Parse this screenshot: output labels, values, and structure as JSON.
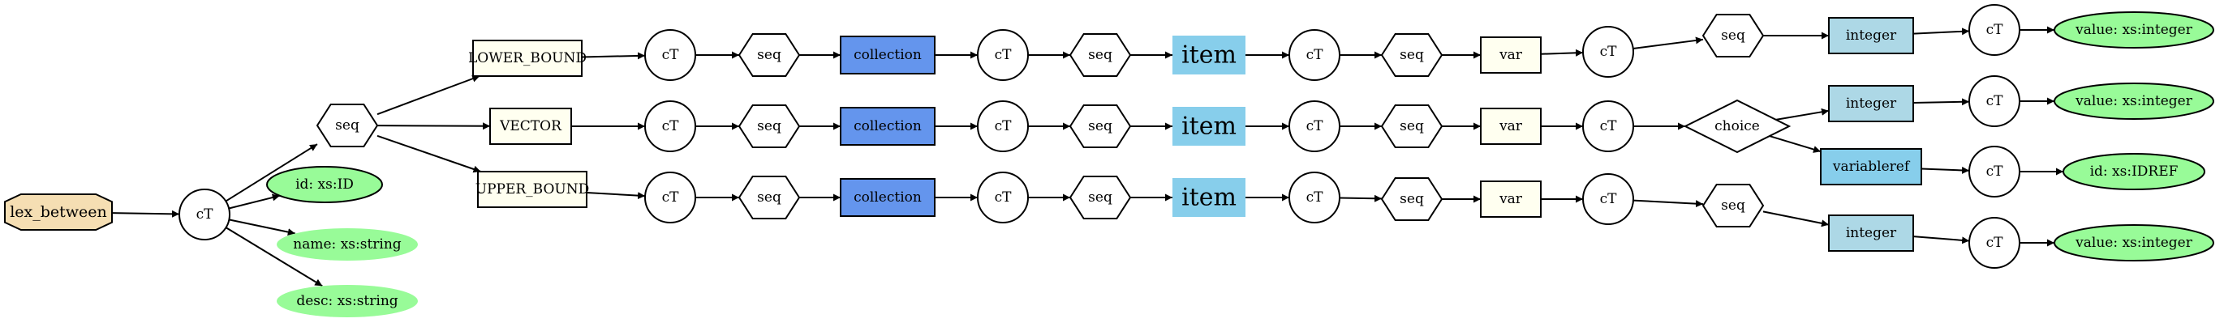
{
  "colors": {
    "octagon": "#f5deb3",
    "element": "#fffff0",
    "collection": "#6495ed",
    "item": "#87ceeb",
    "type": "#add8e6",
    "attr": "#98fb98",
    "plain": "#ffffff",
    "stroke": "#000000"
  },
  "nodes": {
    "root": {
      "label": "lex_between",
      "shape": "octagon"
    },
    "ct0": {
      "label": "cT",
      "shape": "circle"
    },
    "seq0": {
      "label": "seq",
      "shape": "hexagon"
    },
    "id": {
      "label": "id: xs:ID",
      "shape": "ellipse-outlined"
    },
    "name": {
      "label": "name: xs:string",
      "shape": "ellipse"
    },
    "desc": {
      "label": "desc: xs:string",
      "shape": "ellipse"
    },
    "lb": {
      "label": "LOWER_BOUND",
      "shape": "box-element"
    },
    "ct1a": {
      "label": "cT",
      "shape": "circle"
    },
    "seq1a": {
      "label": "seq",
      "shape": "hexagon"
    },
    "col1": {
      "label": "collection",
      "shape": "box-collection"
    },
    "ct1b": {
      "label": "cT",
      "shape": "circle"
    },
    "seq1b": {
      "label": "seq",
      "shape": "hexagon"
    },
    "item1": {
      "label": "item",
      "shape": "box-item"
    },
    "ct1c": {
      "label": "cT",
      "shape": "circle"
    },
    "seq1c": {
      "label": "seq",
      "shape": "hexagon"
    },
    "var1": {
      "label": "var",
      "shape": "box-element"
    },
    "ct1d": {
      "label": "cT",
      "shape": "circle"
    },
    "seq1d": {
      "label": "seq",
      "shape": "hexagon"
    },
    "int1": {
      "label": "integer",
      "shape": "box-type"
    },
    "ct1e": {
      "label": "cT",
      "shape": "circle"
    },
    "val1": {
      "label": "value: xs:integer",
      "shape": "ellipse-outlined"
    },
    "vec": {
      "label": "VECTOR",
      "shape": "box-element"
    },
    "ct2a": {
      "label": "cT",
      "shape": "circle"
    },
    "seq2a": {
      "label": "seq",
      "shape": "hexagon"
    },
    "col2": {
      "label": "collection",
      "shape": "box-collection"
    },
    "ct2b": {
      "label": "cT",
      "shape": "circle"
    },
    "seq2b": {
      "label": "seq",
      "shape": "hexagon"
    },
    "item2": {
      "label": "item",
      "shape": "box-item"
    },
    "ct2c": {
      "label": "cT",
      "shape": "circle"
    },
    "seq2c": {
      "label": "seq",
      "shape": "hexagon"
    },
    "var2": {
      "label": "var",
      "shape": "box-element"
    },
    "ct2d": {
      "label": "cT",
      "shape": "circle"
    },
    "choice": {
      "label": "choice",
      "shape": "diamond"
    },
    "int2": {
      "label": "integer",
      "shape": "box-type"
    },
    "ct2e": {
      "label": "cT",
      "shape": "circle"
    },
    "val2": {
      "label": "value: xs:integer",
      "shape": "ellipse-outlined"
    },
    "vref": {
      "label": "variableref",
      "shape": "box-vref"
    },
    "ct2f": {
      "label": "cT",
      "shape": "circle"
    },
    "idref": {
      "label": "id: xs:IDREF",
      "shape": "ellipse-outlined"
    },
    "ub": {
      "label": "UPPER_BOUND",
      "shape": "box-element"
    },
    "ct3a": {
      "label": "cT",
      "shape": "circle"
    },
    "seq3a": {
      "label": "seq",
      "shape": "hexagon"
    },
    "col3": {
      "label": "collection",
      "shape": "box-collection"
    },
    "ct3b": {
      "label": "cT",
      "shape": "circle"
    },
    "seq3b": {
      "label": "seq",
      "shape": "hexagon"
    },
    "item3": {
      "label": "item",
      "shape": "box-item"
    },
    "ct3c": {
      "label": "cT",
      "shape": "circle"
    },
    "seq3c": {
      "label": "seq",
      "shape": "hexagon"
    },
    "var3": {
      "label": "var",
      "shape": "box-element"
    },
    "ct3d": {
      "label": "cT",
      "shape": "circle"
    },
    "seq3d": {
      "label": "seq",
      "shape": "hexagon"
    },
    "int3": {
      "label": "integer",
      "shape": "box-type"
    },
    "ct3e": {
      "label": "cT",
      "shape": "circle"
    },
    "val3": {
      "label": "value: xs:integer",
      "shape": "ellipse-outlined"
    }
  },
  "edges": [
    [
      "root",
      "ct0"
    ],
    [
      "ct0",
      "seq0"
    ],
    [
      "ct0",
      "id"
    ],
    [
      "ct0",
      "name"
    ],
    [
      "ct0",
      "desc"
    ],
    [
      "seq0",
      "lb"
    ],
    [
      "seq0",
      "vec"
    ],
    [
      "seq0",
      "ub"
    ],
    [
      "lb",
      "ct1a"
    ],
    [
      "ct1a",
      "seq1a"
    ],
    [
      "seq1a",
      "col1"
    ],
    [
      "col1",
      "ct1b"
    ],
    [
      "ct1b",
      "seq1b"
    ],
    [
      "seq1b",
      "item1"
    ],
    [
      "item1",
      "ct1c"
    ],
    [
      "ct1c",
      "seq1c"
    ],
    [
      "seq1c",
      "var1"
    ],
    [
      "var1",
      "ct1d"
    ],
    [
      "ct1d",
      "seq1d"
    ],
    [
      "seq1d",
      "int1"
    ],
    [
      "int1",
      "ct1e"
    ],
    [
      "ct1e",
      "val1"
    ],
    [
      "vec",
      "ct2a"
    ],
    [
      "ct2a",
      "seq2a"
    ],
    [
      "seq2a",
      "col2"
    ],
    [
      "col2",
      "ct2b"
    ],
    [
      "ct2b",
      "seq2b"
    ],
    [
      "seq2b",
      "item2"
    ],
    [
      "item2",
      "ct2c"
    ],
    [
      "ct2c",
      "seq2c"
    ],
    [
      "seq2c",
      "var2"
    ],
    [
      "var2",
      "ct2d"
    ],
    [
      "ct2d",
      "choice"
    ],
    [
      "choice",
      "int2"
    ],
    [
      "int2",
      "ct2e"
    ],
    [
      "ct2e",
      "val2"
    ],
    [
      "choice",
      "vref"
    ],
    [
      "vref",
      "ct2f"
    ],
    [
      "ct2f",
      "idref"
    ],
    [
      "ub",
      "ct3a"
    ],
    [
      "ct3a",
      "seq3a"
    ],
    [
      "seq3a",
      "col3"
    ],
    [
      "col3",
      "ct3b"
    ],
    [
      "ct3b",
      "seq3b"
    ],
    [
      "seq3b",
      "item3"
    ],
    [
      "item3",
      "ct3c"
    ],
    [
      "ct3c",
      "seq3c"
    ],
    [
      "seq3c",
      "var3"
    ],
    [
      "var3",
      "ct3d"
    ],
    [
      "ct3d",
      "seq3d"
    ],
    [
      "seq3d",
      "int3"
    ],
    [
      "int3",
      "ct3e"
    ],
    [
      "ct3e",
      "val3"
    ]
  ]
}
